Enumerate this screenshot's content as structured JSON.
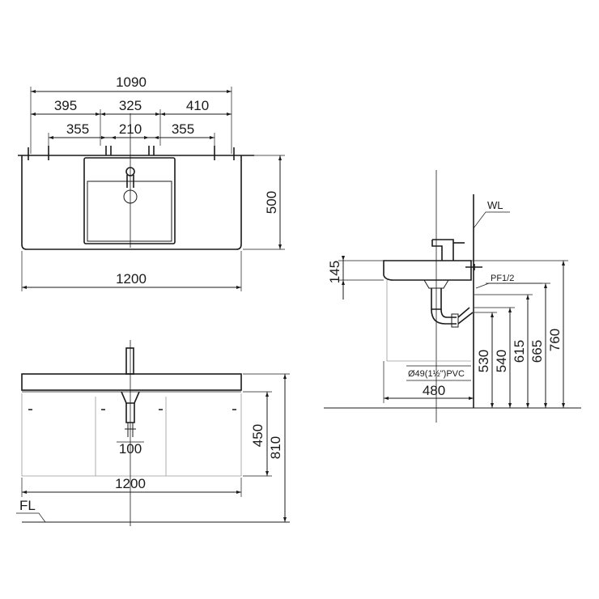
{
  "top_view": {
    "dim_overall_holes": "1090",
    "dim_left_395": "395",
    "dim_mid_325": "325",
    "dim_right_410": "410",
    "dim_sub_left_355": "355",
    "dim_sub_mid_210": "210",
    "dim_sub_right_355": "355",
    "dim_depth_500": "500",
    "dim_width_1200": "1200"
  },
  "front_view": {
    "dim_cabinet_450": "450",
    "dim_total_810": "810",
    "dim_trap_100": "100",
    "dim_width_1200": "1200",
    "label_floor": "FL"
  },
  "side_view": {
    "label_water_level": "WL",
    "label_pf": "PF1/2",
    "label_pipe": "Ø49(1½\")PVC",
    "dim_145": "145",
    "dim_480": "480",
    "dim_530": "530",
    "dim_540": "540",
    "dim_615": "615",
    "dim_665": "665",
    "dim_760": "760"
  }
}
